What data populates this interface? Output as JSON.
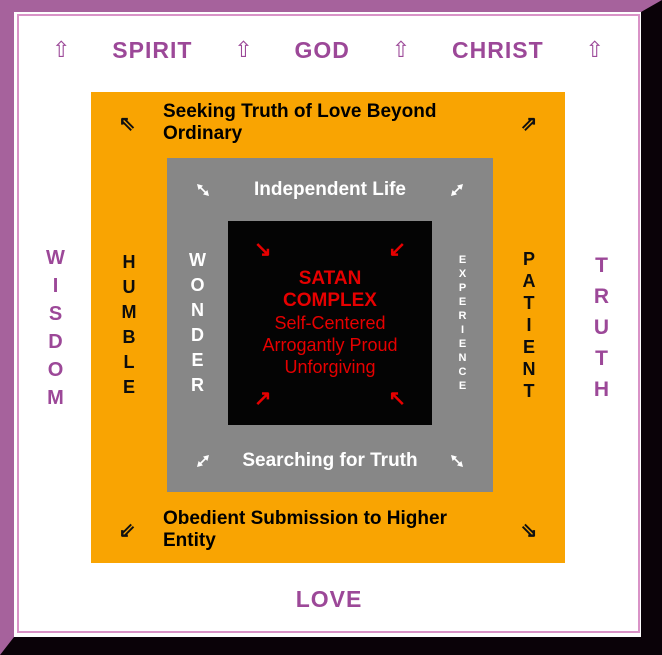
{
  "title_row": {
    "words": [
      "SPIRIT",
      "GOD",
      "CHRIST"
    ]
  },
  "glyphs": {
    "up_arrow": "⇧",
    "nw_arrow": "⇖",
    "ne_arrow": "⇗",
    "sw_arrow": "⇙",
    "se_arrow": "⇘",
    "red_se": "↘",
    "red_sw": "↙",
    "red_ne": "↗",
    "red_nw": "↖"
  },
  "outer_labels": {
    "left": "WISDOM",
    "right": "TRUTH",
    "bottom": "LOVE"
  },
  "orange_ring": {
    "top_label": "Seeking Truth of Love Beyond Ordinary",
    "bottom_label": "Obedient Submission to Higher Entity",
    "left_label": "HUMBLE",
    "right_label": "PATIENT"
  },
  "gray_ring": {
    "top_label": "Independent Life",
    "bottom_label": "Searching for Truth",
    "left_label": "WONDER",
    "right_label": "EXPERIENCE"
  },
  "core": {
    "title_line1": "SATAN",
    "title_line2": "COMPLEX",
    "lines": [
      "Self-Centered",
      "Arrogantly Proud",
      "Unforgiving"
    ]
  },
  "colors": {
    "frame_purple": "#a6629c",
    "frame_black": "#0a0208",
    "inner_line_pink": "#d993c7",
    "orange": "#f9a402",
    "gray": "#878787",
    "core_black": "#040404",
    "accent_red": "#e60000",
    "text_purple": "#9c4898"
  }
}
